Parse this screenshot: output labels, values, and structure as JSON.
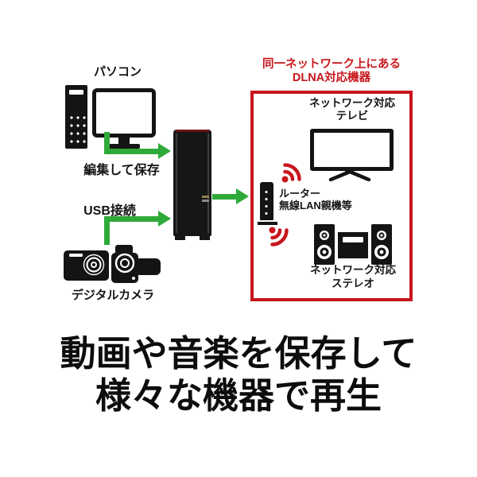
{
  "colors": {
    "arrow_green": "#2faa3a",
    "accent_red": "#c8161c",
    "icon_black": "#141414",
    "nas_led_amber": "#94824f"
  },
  "sources": {
    "pc_label": "パソコン",
    "edit_save_label": "編集して保存",
    "usb_label": "USB接続",
    "camera_label": "デジタルカメラ"
  },
  "network_box": {
    "title_line1": "同一ネットワーク上にある",
    "title_line2": "DLNA対応機器",
    "tv_label_line1": "ネットワーク対応",
    "tv_label_line2": "テレビ",
    "router_label_line1": "ルーター",
    "router_label_line2": "無線LAN親機等",
    "stereo_label_line1": "ネットワーク対応",
    "stereo_label_line2": "ステレオ"
  },
  "headline": {
    "line1": "動画や音楽を保存して",
    "line2": "様々な機器で再生"
  },
  "icons": [
    "pc-tower-icon",
    "pc-monitor-icon",
    "compact-camera-icon",
    "camcorder-icon",
    "nas-device-icon",
    "tv-icon",
    "router-icon",
    "wifi-up-icon",
    "wifi-down-icon",
    "stereo-icon"
  ]
}
